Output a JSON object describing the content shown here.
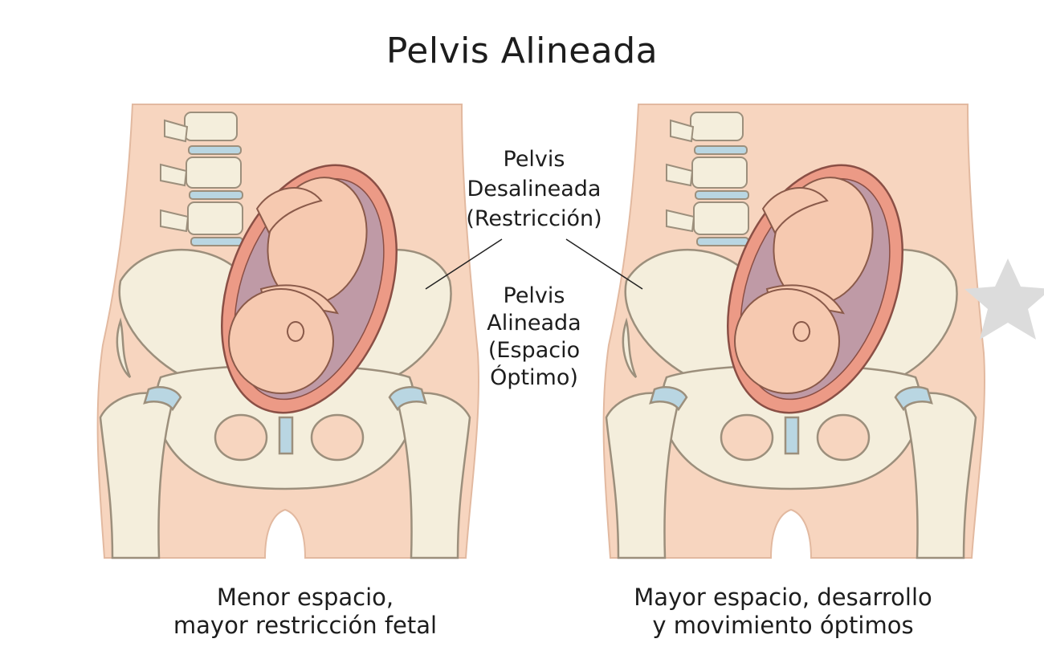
{
  "title": "Pelvis Alineada",
  "center_labels": {
    "misaligned": [
      "Pelvis",
      "Desalineada",
      "(Restricción)"
    ],
    "aligned": [
      "Pelvis",
      "Alineada",
      "(Espacio",
      "Óptimo)"
    ]
  },
  "captions": {
    "left": [
      "Menor espacio,",
      "mayor restricción fetal"
    ],
    "right": [
      "Mayor espacio, desarrollo",
      "y movimiento óptimos"
    ]
  },
  "colors": {
    "skin": "#f7d5bf",
    "bone": "#f4eedc",
    "bone_outline": "#9c8f7c",
    "cartilage": "#b9d6e2",
    "uterus": "#ec9a86",
    "amniotic": "#bf9aa6",
    "fetus": "#f6c9b0",
    "star": "#dcdcdc"
  }
}
